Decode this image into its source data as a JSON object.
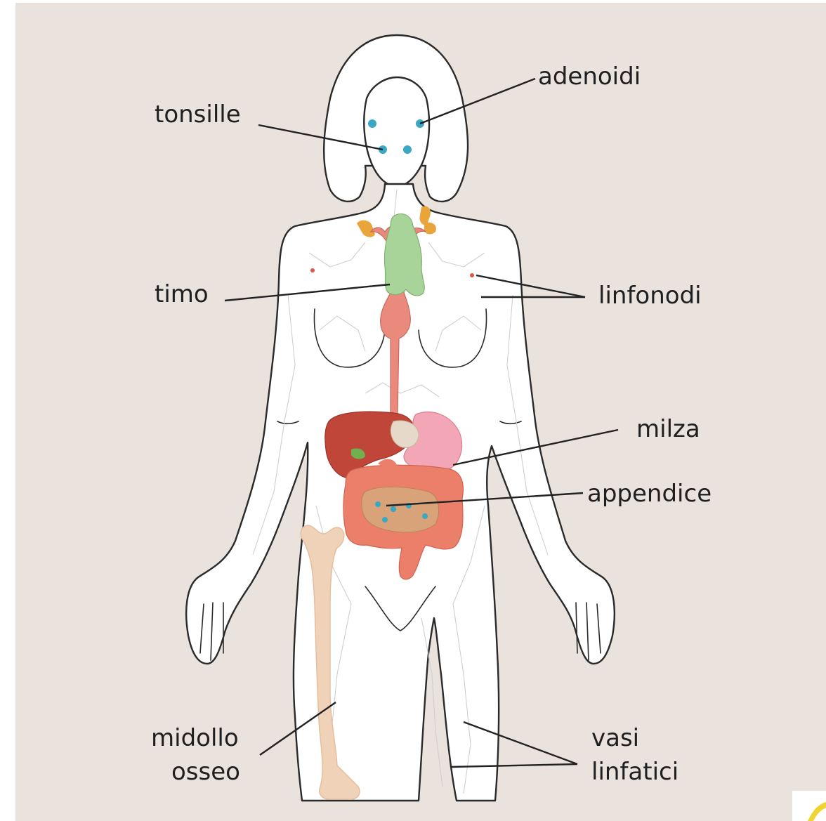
{
  "colors": {
    "background": "#e9e2dd",
    "lymphoid_dots": "#3aa7c4",
    "thymus": "#a8d49a",
    "trachea": "#e98a7d",
    "liver": "#c0463a",
    "intestine": "#ec7f6a",
    "stomach": "#f2a6b6",
    "bone_marrow": "#f0d2b8",
    "gland_yellow": "#e9a43a",
    "corner_mark": "#f0d431"
  },
  "labels": {
    "adenoidi": "adenoidi",
    "tonsille": "tonsille",
    "timo": "timo",
    "linfonodi": "linfonodi",
    "milza": "milza",
    "appendice": "appendice",
    "midollo_line1": "midollo",
    "midollo_line2": "osseo",
    "vasi_line1": "vasi",
    "vasi_line2": "linfatici"
  },
  "icons": {
    "body": "female-body-outline",
    "corner": "yellow-corner-mark"
  }
}
